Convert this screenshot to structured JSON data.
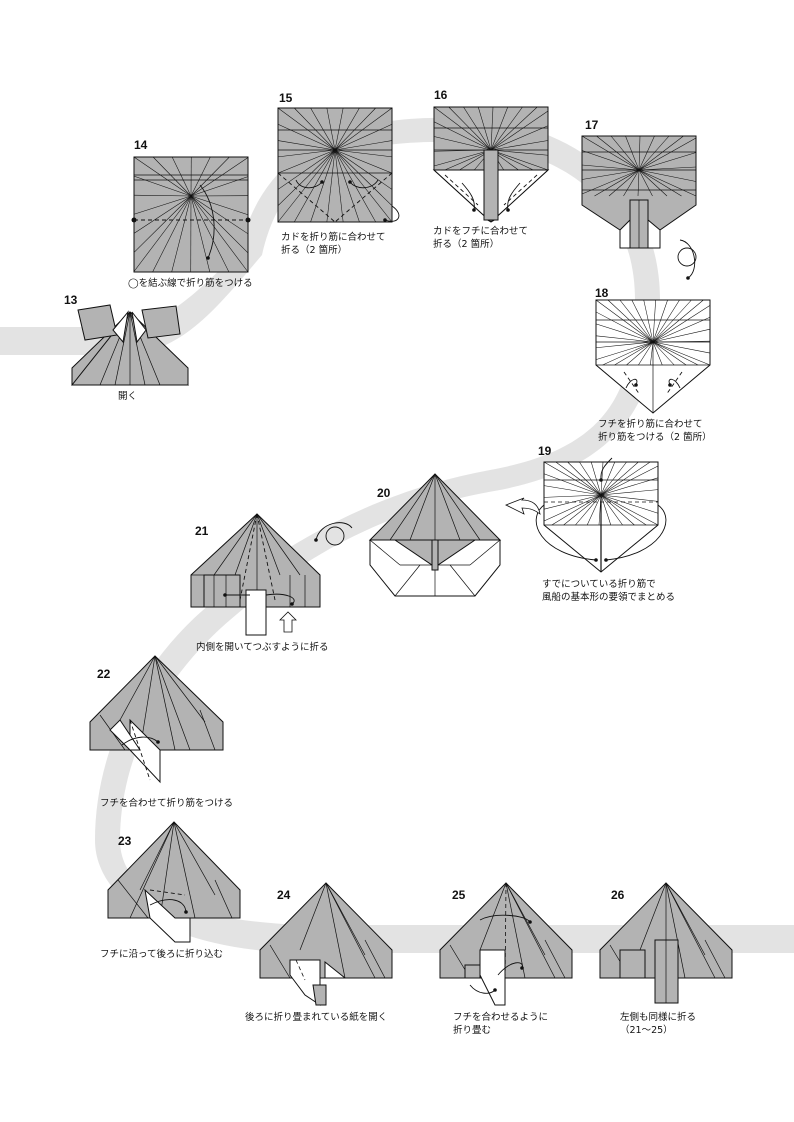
{
  "steps": [
    {
      "number": "13",
      "caption": [
        "開く"
      ]
    },
    {
      "number": "14",
      "caption": [
        "◯を結ぶ線で折り筋をつける"
      ]
    },
    {
      "number": "15",
      "caption": [
        "カドを折り筋に合わせて",
        "折る（2 箇所）"
      ]
    },
    {
      "number": "16",
      "caption": [
        "カドをフチに合わせて",
        "折る（2 箇所）"
      ]
    },
    {
      "number": "17",
      "caption": []
    },
    {
      "number": "18",
      "caption": [
        "フチを折り筋に合わせて",
        "折り筋をつける（2 箇所）"
      ]
    },
    {
      "number": "19",
      "caption": [
        "すでについている折り筋で",
        "風船の基本形の要領でまとめる"
      ]
    },
    {
      "number": "20",
      "caption": []
    },
    {
      "number": "21",
      "caption": [
        "内側を開いてつぶすように折る"
      ]
    },
    {
      "number": "22",
      "caption": [
        "フチを合わせて折り筋をつける"
      ]
    },
    {
      "number": "23",
      "caption": [
        "フチに沿って後ろに折り込む"
      ]
    },
    {
      "number": "24",
      "caption": [
        "後ろに折り畳まれている紙を開く"
      ]
    },
    {
      "number": "25",
      "caption": [
        "フチを合わせるように",
        "折り畳む"
      ]
    },
    {
      "number": "26",
      "caption": [
        "左側も同様に折る",
        "（21〜25）"
      ]
    }
  ],
  "colors": {
    "paper": "#b3b3b3",
    "back": "#ffffff",
    "path": "#e3e3e3",
    "line": "#111111"
  }
}
